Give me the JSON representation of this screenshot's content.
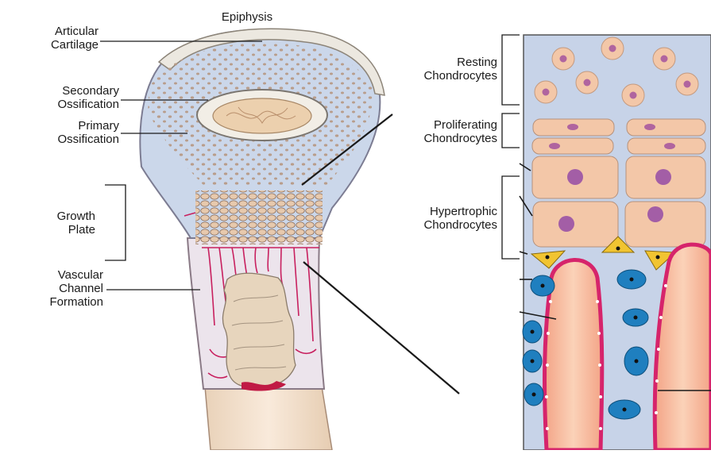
{
  "labels": {
    "epiphysis": "Epiphysis",
    "articular_cartilage": [
      "Articular",
      "Cartilage"
    ],
    "secondary_ossification": [
      "Secondary",
      "Ossification"
    ],
    "primary_ossification": [
      "Primary",
      "Ossification"
    ],
    "growth_plate": [
      "Growth",
      "Plate"
    ],
    "vascular_channel": [
      "Vascular",
      "Channel",
      "Formation"
    ],
    "resting": [
      "Resting",
      "Chondrocytes"
    ],
    "proliferating": [
      "Proliferating",
      "Chondrocytes"
    ],
    "hypertrophic": [
      "Hypertrophic",
      "Chondrocytes"
    ]
  },
  "colors": {
    "cartilage_bg": "#c9d6ea",
    "chondrocyte": "#f2c9a8",
    "nucleus": "#a35ea6",
    "vessel": "#d6246b",
    "osteoblast": "#1f7fbf",
    "osteoclast": "#f1c431",
    "bone": "#f0d6b8"
  },
  "icons": [
    "bone-diagram",
    "growth-plate-zoom"
  ]
}
